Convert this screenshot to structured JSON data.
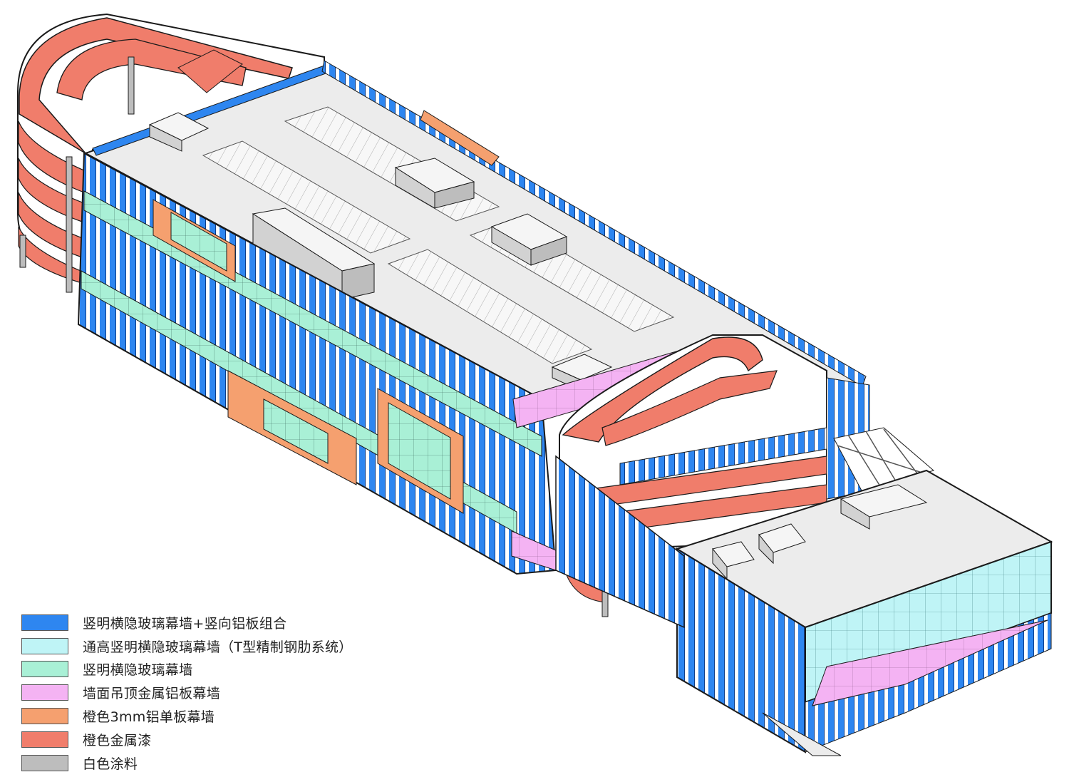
{
  "colors": {
    "blue_glass": "#2e86f0",
    "blue_mullion": "#1560c8",
    "cyan_glass": "#bff4f6",
    "mint_glass": "#a9f0d6",
    "pink_panel": "#f4b3f3",
    "orange_panel": "#f5a06f",
    "red_paint": "#f07d6b",
    "white_paint": "#bdbdbd",
    "roof": "#ececec",
    "line": "#1a1a1a"
  },
  "legend": {
    "items": [
      {
        "label": "竖明横隐玻璃幕墙+竖向铝板组合",
        "color": "#2e86f0"
      },
      {
        "label": "通高竖明横隐玻璃幕墙（T型精制钢肋系统）",
        "color": "#bff4f6"
      },
      {
        "label": "竖明横隐玻璃幕墙",
        "color": "#a9f0d6"
      },
      {
        "label": "墙面吊顶金属铝板幕墙",
        "color": "#f4b3f3"
      },
      {
        "label": "橙色3mm铝单板幕墙",
        "color": "#f5a06f"
      },
      {
        "label": "橙色金属漆",
        "color": "#f07d6b"
      },
      {
        "label": "白色涂料",
        "color": "#bdbdbd"
      }
    ]
  }
}
